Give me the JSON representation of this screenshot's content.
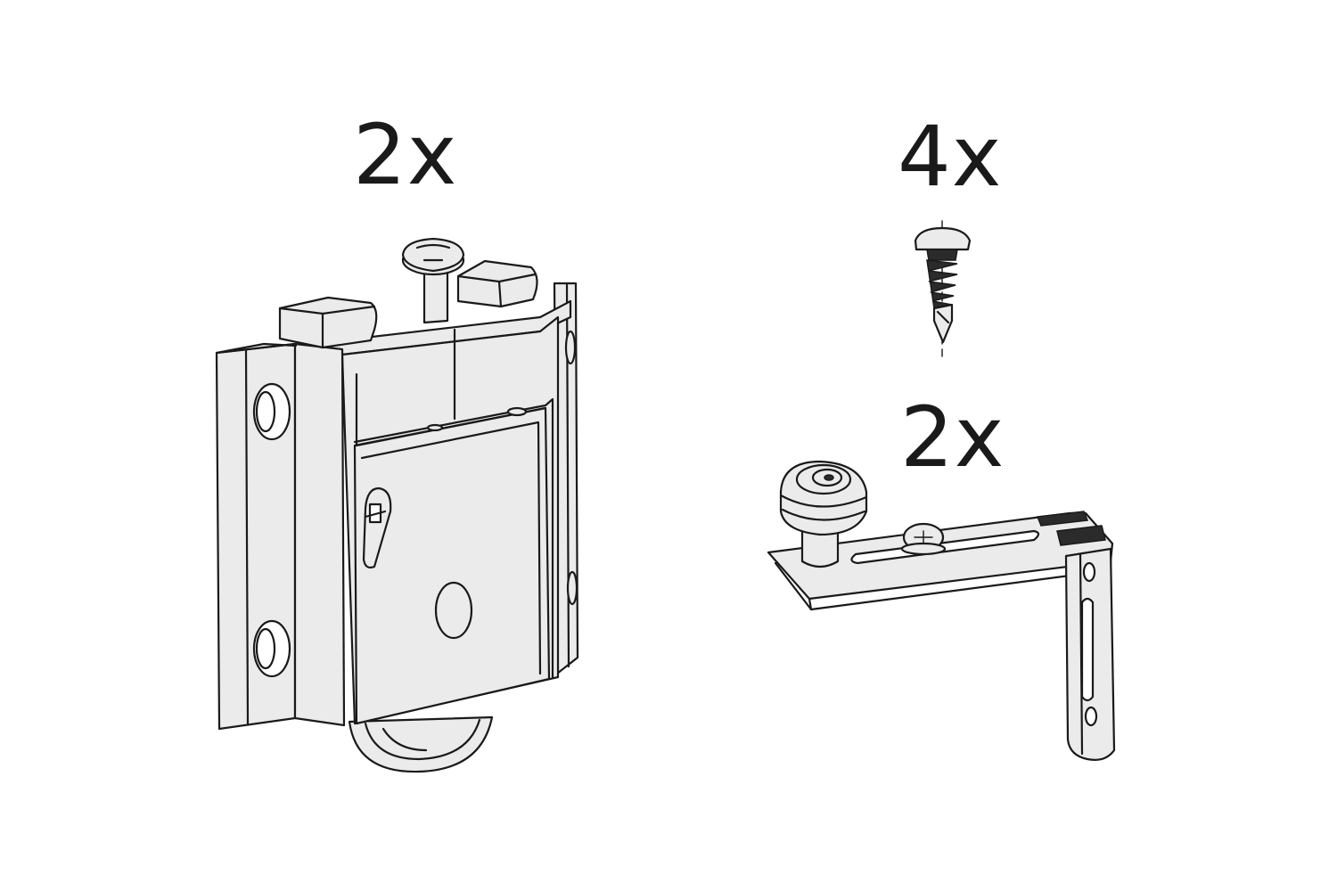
{
  "parts": [
    {
      "quantity": "2x",
      "icon": "roller-carriage-icon"
    },
    {
      "quantity": "4x",
      "icon": "self-drilling-screw-icon"
    },
    {
      "quantity": "2x",
      "icon": "bottom-guide-bracket-icon"
    }
  ],
  "colors": {
    "line": "#1a1a1a",
    "fill": "#ebebeb",
    "background": "#ffffff"
  }
}
